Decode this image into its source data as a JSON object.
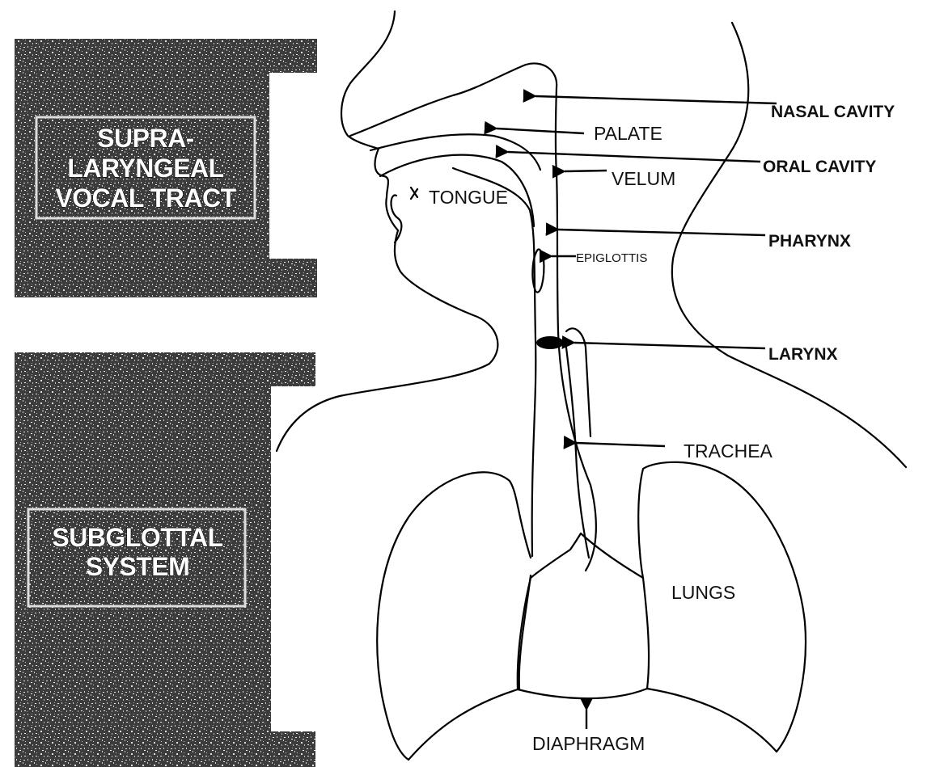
{
  "panels": {
    "supra": {
      "line1": "SUPRA-",
      "line2": "LARYNGEAL",
      "line3": "VOCAL TRACT"
    },
    "sub": {
      "line1": "SUBGLOTTAL",
      "line2": "SYSTEM"
    }
  },
  "labels": {
    "nasal_cavity": "NASAL CAVITY",
    "palate": "PALATE",
    "oral_cavity": "ORAL CAVITY",
    "velum": "VELUM",
    "tongue": "TONGUE",
    "pharynx": "PHARYNX",
    "epiglottis": "EPIGLOTTIS",
    "larynx": "LARYNX",
    "trachea": "TRACHEA",
    "lungs": "LUNGS",
    "diaphragm": "DIAPHRAGM"
  }
}
